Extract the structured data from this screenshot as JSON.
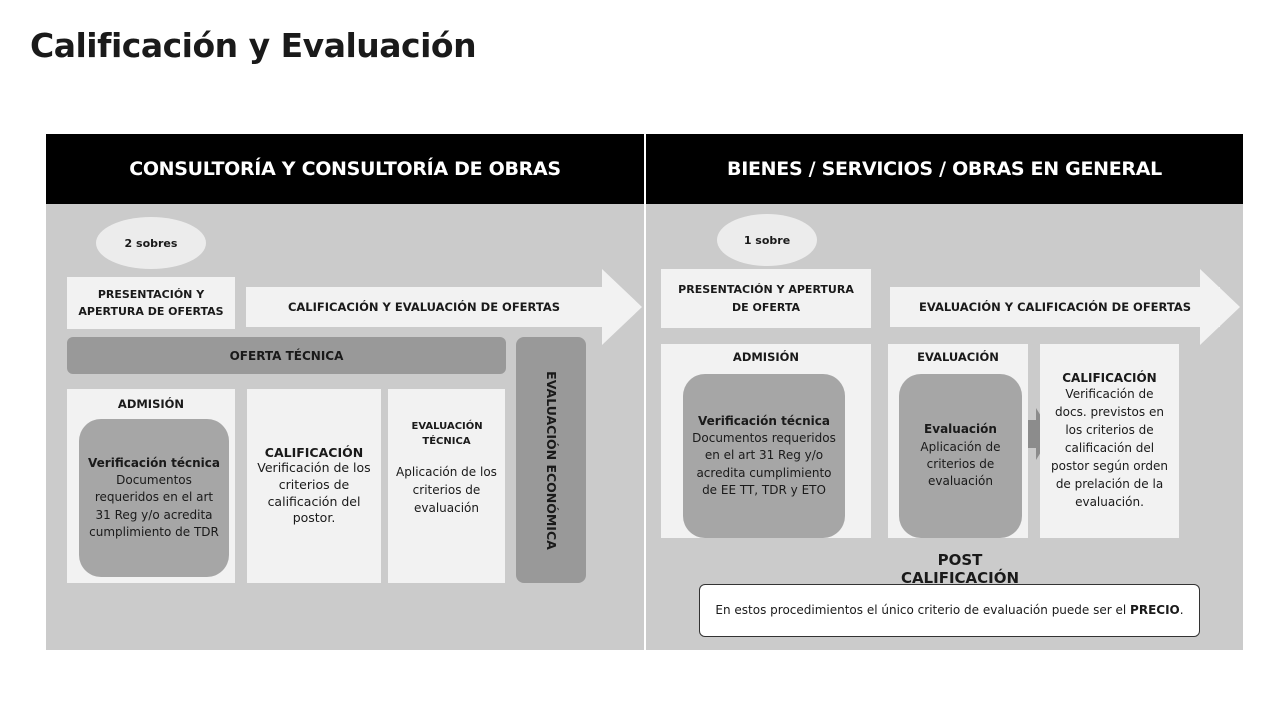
{
  "page_title": "Calificación y Evaluación",
  "left": {
    "header": "CONSULTORÍA Y CONSULTORÍA DE OBRAS",
    "envelopes": "2 sobres",
    "presentacion": "PRESENTACIÓN Y APERTURA DE OFERTAS",
    "arrow_label": "CALIFICACIÓN Y EVALUACIÓN DE OFERTAS",
    "oferta_tecnica": "OFERTA TÉCNICA",
    "evaluacion_economica": "EVALUACIÓN ECONÓMICA",
    "admision": {
      "label": "ADMISIÓN",
      "pill_title": "Verificación técnica",
      "pill_text": "Documentos requeridos en el art 31 Reg y/o acredita cumplimiento de TDR"
    },
    "calificacion": {
      "title": "CALIFICACIÓN",
      "text": "Verificación de los criterios de calificación del postor."
    },
    "evaluacion_tecnica": {
      "title": "EVALUACIÓN TÉCNICA",
      "text": "Aplicación de los criterios de evaluación"
    }
  },
  "right": {
    "header": "BIENES / SERVICIOS / OBRAS EN GENERAL",
    "envelopes": "1 sobre",
    "presentacion": "PRESENTACIÓN Y APERTURA DE OFERTA",
    "arrow_label": "EVALUACIÓN Y CALIFICACIÓN DE OFERTAS",
    "admision": {
      "label": "ADMISIÓN",
      "pill_title": "Verificación técnica",
      "pill_text": "Documentos requeridos en el art 31 Reg y/o acredita cumplimiento de EE TT, TDR y ETO"
    },
    "evaluacion": {
      "label": "EVALUACIÓN",
      "pill_title": "Evaluación",
      "pill_text": "Aplicación de criterios de evaluación"
    },
    "calificacion": {
      "title": "CALIFICACIÓN",
      "text": "Verificación de docs. previstos en los criterios de calificación del postor según orden de prelación de la evaluación."
    },
    "post_calificacion": "POST CALIFICACIÓN",
    "note_text": "En estos procedimientos el único criterio de evaluación puede ser el",
    "note_bold": "PRECIO",
    "note_end": "."
  },
  "colors": {
    "header_bg": "#000000",
    "panel_bg": "#cbcbcb",
    "box_bg": "#f2f2f2",
    "pill_bg": "#a6a6a6",
    "bar_bg": "#999999"
  }
}
